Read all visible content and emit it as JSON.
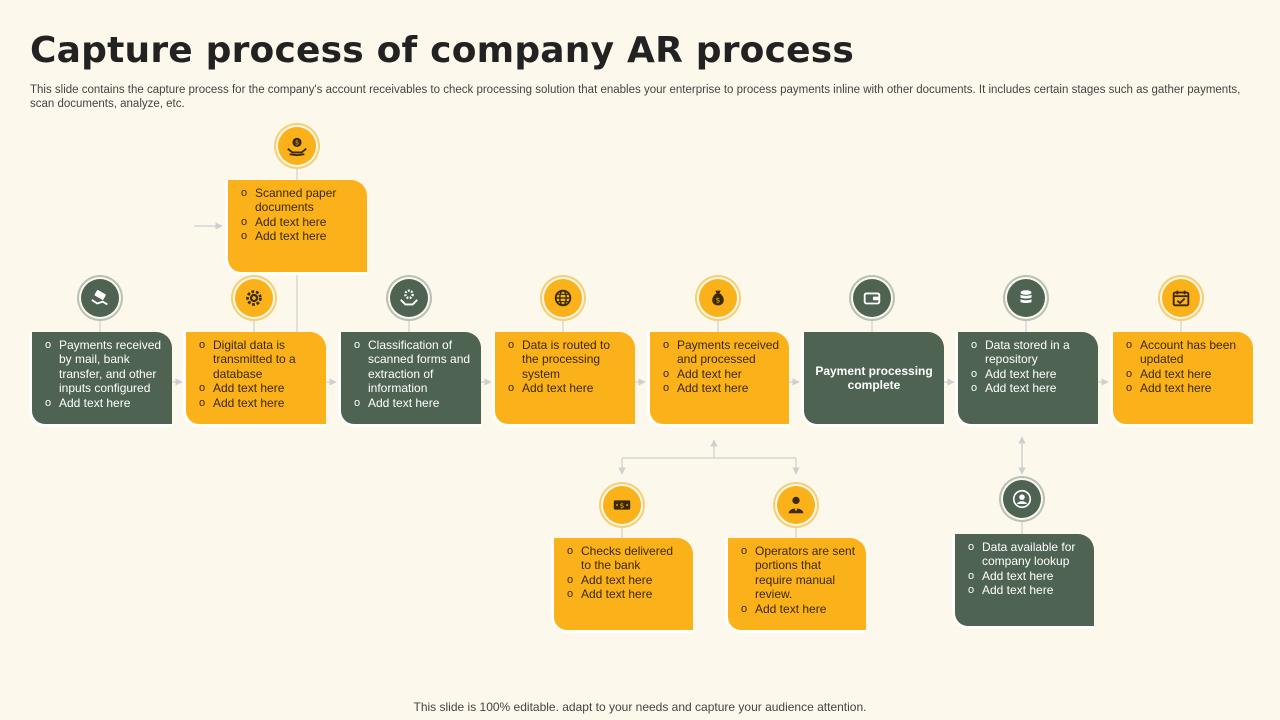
{
  "slide": {
    "title": "Capture process of company AR process",
    "subtitle": "This slide contains the capture process for the company's account receivables to check processing solution that enables your enterprise to process payments inline with other documents. It includes certain stages such as gather payments, scan documents, analyze, etc.",
    "footer": "This slide is 100% editable. adapt to your needs and capture your audience attention."
  },
  "colors": {
    "accent": "#fbb11a",
    "dark": "#4f6352",
    "background": "#fdf8ec"
  },
  "steps": {
    "scanned": {
      "icon": "money-hands-icon",
      "items": [
        "Scanned paper documents",
        "Add text here",
        "Add text here"
      ]
    },
    "payments": {
      "icon": "hand-money-icon",
      "items": [
        "Payments received by mail, bank transfer, and other inputs configured",
        "Add text here"
      ]
    },
    "digital": {
      "icon": "gear-icon",
      "items": [
        "Digital data is transmitted to a database",
        "Add text here",
        "Add text here"
      ]
    },
    "classification": {
      "icon": "hands-gear-icon",
      "items": [
        "Classification of scanned forms and extraction of information",
        "Add text here"
      ]
    },
    "routed": {
      "icon": "globe-icon",
      "items": [
        "Data is routed to the processing system",
        "Add text here"
      ]
    },
    "processed": {
      "icon": "money-bag-icon",
      "items": [
        "Payments received and processed",
        "Add text her",
        "Add text here"
      ]
    },
    "complete": {
      "icon": "wallet-icon",
      "label": "Payment processing complete"
    },
    "stored": {
      "icon": "database-icon",
      "items": [
        "Data stored in a repository",
        "Add text here",
        "Add text here"
      ]
    },
    "updated": {
      "icon": "calendar-check-icon",
      "items": [
        "Account has been updated",
        "Add text here",
        "Add text here"
      ]
    },
    "checks": {
      "icon": "cash-note-icon",
      "items": [
        "Checks delivered to the bank",
        "Add text here",
        "Add text here"
      ]
    },
    "operators": {
      "icon": "person-icon",
      "items": [
        "Operators are sent portions that require manual review.",
        "Add text here"
      ]
    },
    "lookup": {
      "icon": "user-circle-icon",
      "items": [
        "Data available for company lookup",
        "Add text here",
        "Add text here"
      ]
    }
  }
}
